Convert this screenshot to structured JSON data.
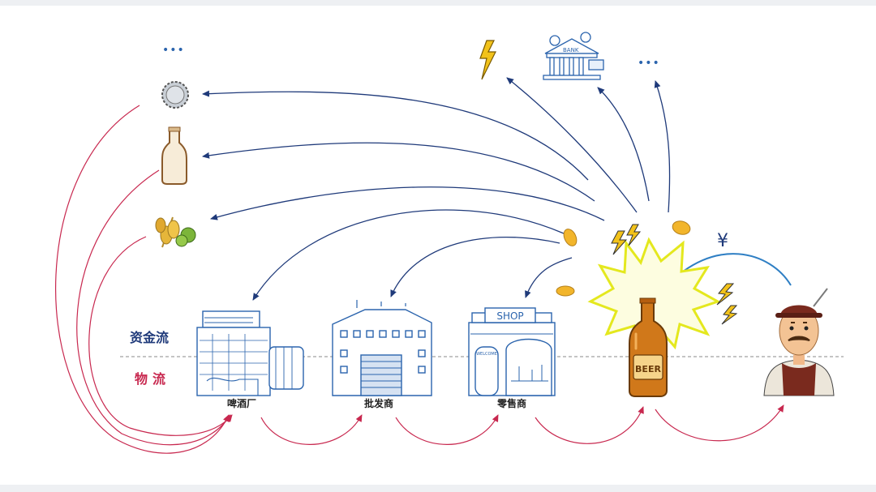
{
  "legend": {
    "money_flow": "资金流",
    "goods_flow": "物流"
  },
  "nodes": {
    "brewery": "啤酒厂",
    "wholesaler": "批发商",
    "retailer": "零售商"
  },
  "signs": {
    "shop": "SHOP",
    "bank": "BANK",
    "beer": "BEER",
    "yen": "¥",
    "welcome": "WELCOME"
  },
  "more": {
    "left": "•••",
    "right": "•••"
  },
  "colors": {
    "money_arrow": "#1f3a7a",
    "goods_arrow": "#c8284f",
    "payment_arrow": "#2f7fc4",
    "sketch": "#2b64ad",
    "beer": "#c8741a",
    "burst": "#e4e81e",
    "lightning": "#f2c21a",
    "coin": "#f2b52b"
  }
}
